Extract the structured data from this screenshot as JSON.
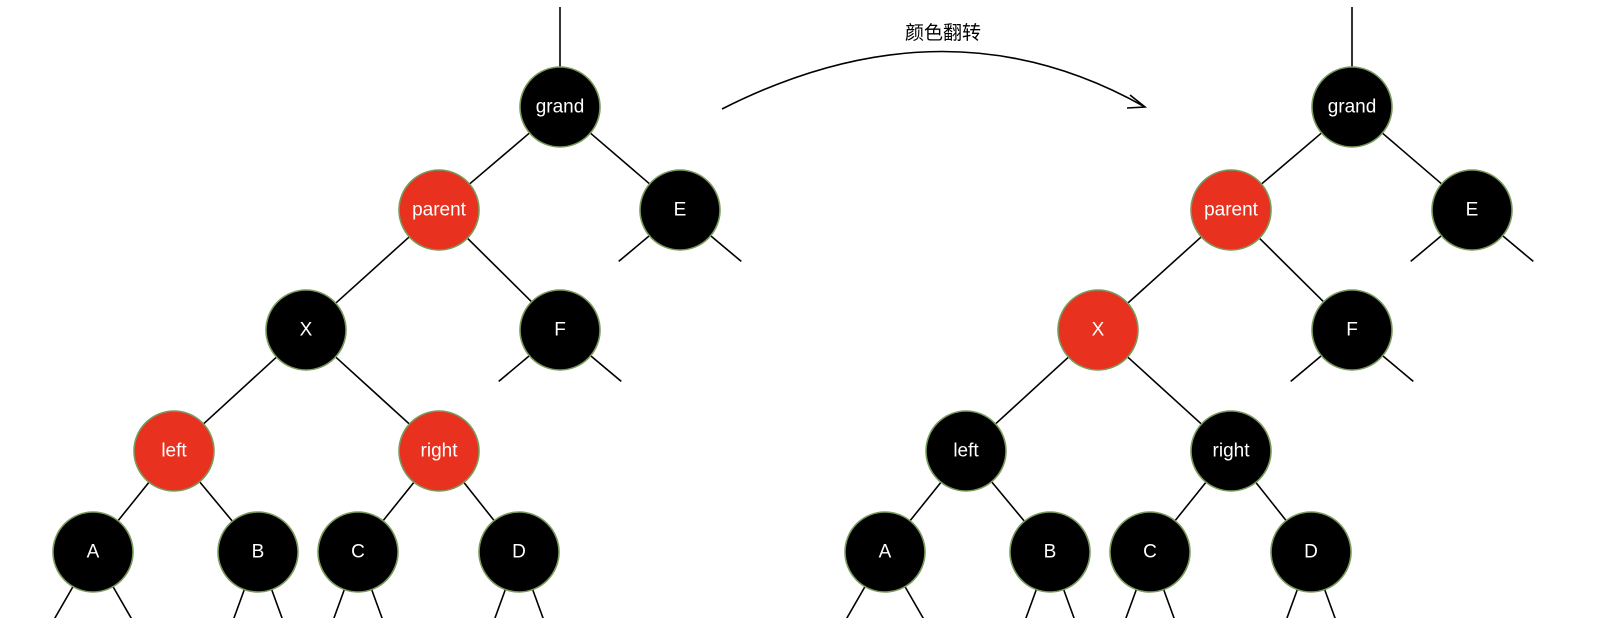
{
  "caption": "颜色翻转",
  "colors": {
    "red": "#e8321f",
    "black": "#000000",
    "node_border": "#7a9a5c",
    "label": "#ffffff",
    "edge": "#000000"
  },
  "trees": [
    {
      "id": "before",
      "nodes": [
        {
          "id": "grand",
          "label": "grand",
          "color": "black"
        },
        {
          "id": "parent",
          "label": "parent",
          "color": "red"
        },
        {
          "id": "E",
          "label": "E",
          "color": "black"
        },
        {
          "id": "X",
          "label": "X",
          "color": "black"
        },
        {
          "id": "F",
          "label": "F",
          "color": "black"
        },
        {
          "id": "left",
          "label": "left",
          "color": "red"
        },
        {
          "id": "right",
          "label": "right",
          "color": "red"
        },
        {
          "id": "A",
          "label": "A",
          "color": "black"
        },
        {
          "id": "B",
          "label": "B",
          "color": "black"
        },
        {
          "id": "C",
          "label": "C",
          "color": "black"
        },
        {
          "id": "D",
          "label": "D",
          "color": "black"
        }
      ],
      "edges": [
        [
          "grand",
          "parent"
        ],
        [
          "grand",
          "E"
        ],
        [
          "parent",
          "X"
        ],
        [
          "parent",
          "F"
        ],
        [
          "X",
          "left"
        ],
        [
          "X",
          "right"
        ],
        [
          "left",
          "A"
        ],
        [
          "left",
          "B"
        ],
        [
          "right",
          "C"
        ],
        [
          "right",
          "D"
        ]
      ]
    },
    {
      "id": "after",
      "nodes": [
        {
          "id": "grand",
          "label": "grand",
          "color": "black"
        },
        {
          "id": "parent",
          "label": "parent",
          "color": "red"
        },
        {
          "id": "E",
          "label": "E",
          "color": "black"
        },
        {
          "id": "X",
          "label": "X",
          "color": "red"
        },
        {
          "id": "F",
          "label": "F",
          "color": "black"
        },
        {
          "id": "left",
          "label": "left",
          "color": "black"
        },
        {
          "id": "right",
          "label": "right",
          "color": "black"
        },
        {
          "id": "A",
          "label": "A",
          "color": "black"
        },
        {
          "id": "B",
          "label": "B",
          "color": "black"
        },
        {
          "id": "C",
          "label": "C",
          "color": "black"
        },
        {
          "id": "D",
          "label": "D",
          "color": "black"
        }
      ],
      "edges": [
        [
          "grand",
          "parent"
        ],
        [
          "grand",
          "E"
        ],
        [
          "parent",
          "X"
        ],
        [
          "parent",
          "F"
        ],
        [
          "X",
          "left"
        ],
        [
          "X",
          "right"
        ],
        [
          "left",
          "A"
        ],
        [
          "left",
          "B"
        ],
        [
          "right",
          "C"
        ],
        [
          "right",
          "D"
        ]
      ]
    }
  ]
}
